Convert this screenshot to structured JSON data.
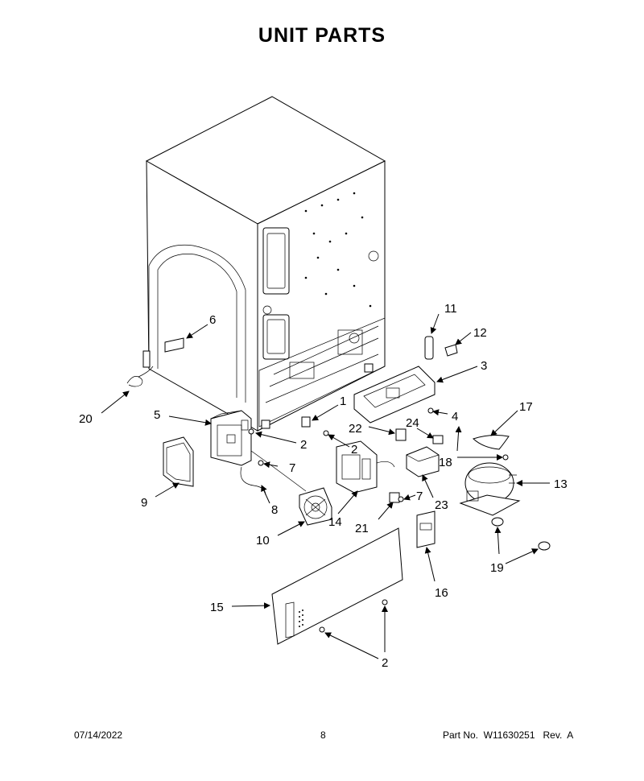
{
  "header": {
    "title": "UNIT PARTS"
  },
  "footer": {
    "date": "07/14/2022",
    "page": "8",
    "part_no": "Part No.  W11630251   Rev.  A"
  },
  "callouts": {
    "c1": "1",
    "c2a": "2",
    "c2b": "2",
    "c2c": "2",
    "c3": "3",
    "c4": "4",
    "c5": "5",
    "c6": "6",
    "c7a": "7",
    "c7b": "7",
    "c8": "8",
    "c9": "9",
    "c10": "10",
    "c11": "11",
    "c12": "12",
    "c13": "13",
    "c14": "14",
    "c15": "15",
    "c16": "16",
    "c17": "17",
    "c18": "18",
    "c19": "19",
    "c20": "20",
    "c21": "21",
    "c22": "22",
    "c23": "23",
    "c24": "24"
  }
}
